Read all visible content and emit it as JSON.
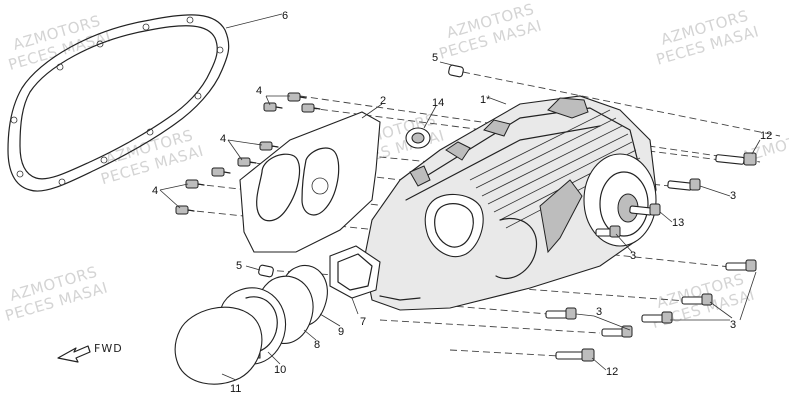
{
  "watermark": {
    "line1": "AZMOTORS",
    "line2": "PECES MASAI"
  },
  "direction_label": "FWD",
  "callouts": {
    "c1": "1*",
    "c2": "2",
    "c3a": "3",
    "c3b": "3",
    "c3c": "3",
    "c3d": "3",
    "c4a": "4",
    "c4b": "4",
    "c4c": "4",
    "c5a": "5",
    "c5b": "5",
    "c6": "6",
    "c7": "7",
    "c8": "8",
    "c9": "9",
    "c10": "10",
    "c11": "11",
    "c12a": "12",
    "c12b": "12",
    "c13": "13",
    "c14": "14"
  }
}
